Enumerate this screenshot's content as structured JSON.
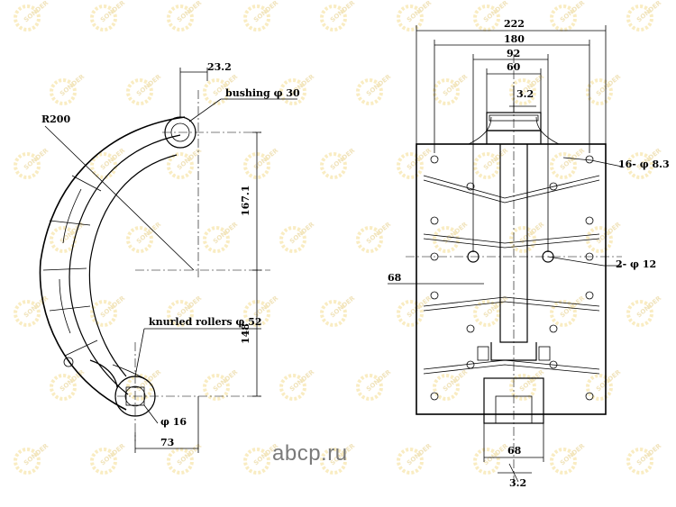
{
  "watermark": {
    "text": "SONDER",
    "color": "#f2d77a"
  },
  "brand": {
    "text": "abcp.ru"
  },
  "left_view": {
    "dims": {
      "top_offset": "23.2",
      "bushing": "bushing φ 30",
      "radius": "R200",
      "height_upper": "167.1",
      "rollers": "knurled rollers φ 52",
      "height_lower": "148",
      "pin": "φ 16",
      "width_bottom": "73"
    }
  },
  "right_view": {
    "dims": {
      "overall_width": "222",
      "width_180": "180",
      "width_92": "92",
      "width_60": "60",
      "thickness_top": "3.2",
      "holes_16": "16- φ 8.3",
      "holes_2": "2- φ 12",
      "offset_68_left": "68",
      "width_68_bottom": "68",
      "thickness_bottom": "3.2"
    }
  }
}
